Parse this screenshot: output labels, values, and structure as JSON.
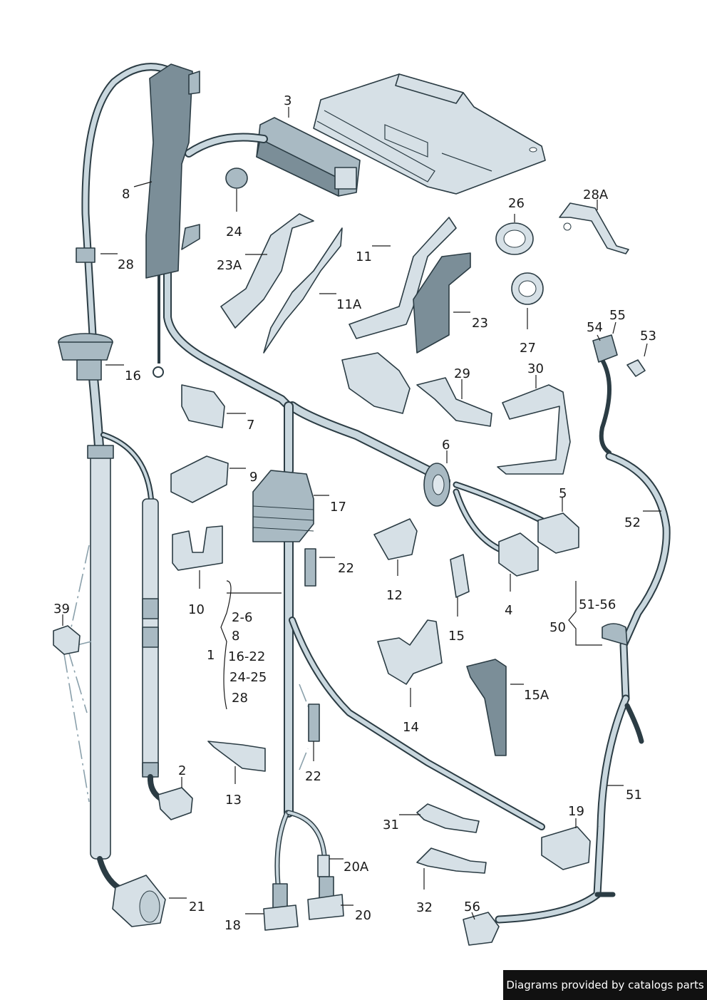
{
  "labels": {
    "l1": "1",
    "l2": "2",
    "l3": "3",
    "l4": "4",
    "l5": "5",
    "l6": "6",
    "l7": "7",
    "l8": "8",
    "l9": "9",
    "l10": "10",
    "l11": "11",
    "l11a": "11A",
    "l12": "12",
    "l13": "13",
    "l14": "14",
    "l15": "15",
    "l15a": "15A",
    "l16": "16",
    "l17": "17",
    "l18": "18",
    "l19": "19",
    "l20": "20",
    "l20a": "20A",
    "l21": "21",
    "l22a": "22",
    "l22b": "22",
    "l23": "23",
    "l23a": "23A",
    "l24": "24",
    "l26": "26",
    "l27": "27",
    "l28": "28",
    "l28a": "28A",
    "l29": "29",
    "l30": "30",
    "l31": "31",
    "l32": "32",
    "l39": "39",
    "l50": "50",
    "l51": "51",
    "l51_56": "51-56",
    "l52": "52",
    "l53": "53",
    "l54": "54",
    "l55": "55",
    "l56": "56",
    "g1_1": "2-6",
    "g1_2": "8",
    "g1_3": "16-22",
    "g1_4": "24-25",
    "g1_5": "28"
  },
  "credit": "Diagrams provided by catalogs parts"
}
